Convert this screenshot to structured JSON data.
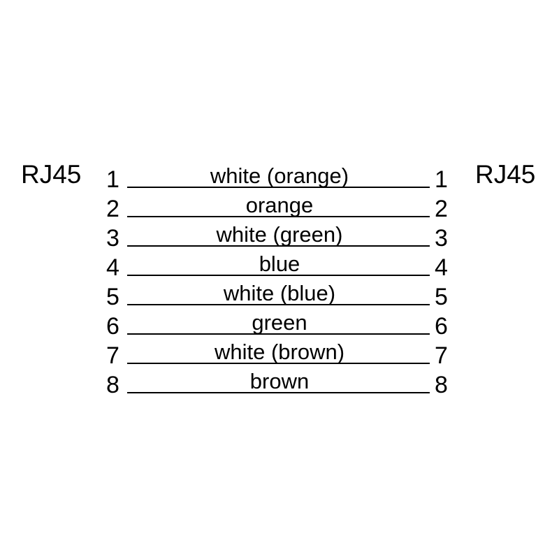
{
  "diagram": {
    "left_connector": "RJ45",
    "right_connector": "RJ45",
    "line_color": "#000000",
    "text_color": "#000000",
    "background_color": "#ffffff",
    "pins": [
      {
        "left_pin": "1",
        "right_pin": "1",
        "wire": "white (orange)"
      },
      {
        "left_pin": "2",
        "right_pin": "2",
        "wire": "orange"
      },
      {
        "left_pin": "3",
        "right_pin": "3",
        "wire": "white (green)"
      },
      {
        "left_pin": "4",
        "right_pin": "4",
        "wire": "blue"
      },
      {
        "left_pin": "5",
        "right_pin": "5",
        "wire": "white (blue)"
      },
      {
        "left_pin": "6",
        "right_pin": "6",
        "wire": "green"
      },
      {
        "left_pin": "7",
        "right_pin": "7",
        "wire": "white (brown)"
      },
      {
        "left_pin": "8",
        "right_pin": "8",
        "wire": "brown"
      }
    ]
  }
}
